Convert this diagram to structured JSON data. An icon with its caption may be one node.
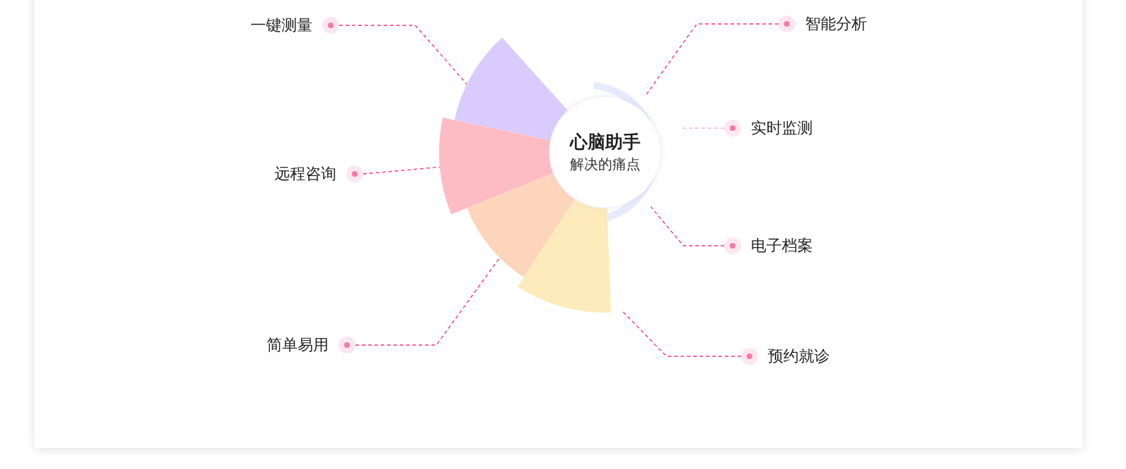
{
  "diagram": {
    "nodes": [
      {
        "text": [
          "心脑助手",
          "解决的痛点"
        ]
      },
      {
        "text": [
          "一键测量"
        ]
      },
      {
        "text": [
          "智能分析"
        ]
      },
      {
        "text": [
          "实时监测"
        ]
      },
      {
        "text": [
          "远程咨询"
        ]
      },
      {
        "text": [
          "电子档案"
        ]
      },
      {
        "text": [
          "简单易用"
        ]
      },
      {
        "text": [
          "预约就诊"
        ]
      },
      {
        "text": [],
        "shape": "wedge"
      },
      {
        "text": [],
        "shape": "wedge"
      },
      {
        "text": [],
        "shape": "wedge"
      },
      {
        "text": [],
        "shape": "wedge"
      }
    ],
    "edges": [
      {
        "from": 1,
        "to": 8,
        "arrow": "none",
        "style": "dashed"
      },
      {
        "from": 2,
        "to": 0,
        "arrow": "none",
        "style": "dashed"
      },
      {
        "from": 3,
        "to": null,
        "arrow": "none",
        "style": "dashed",
        "color": "#ffb3cc"
      },
      {
        "from": 4,
        "to": 9,
        "arrow": "none",
        "style": "dashed"
      },
      {
        "from": 5,
        "to": 0,
        "arrow": "none",
        "style": "dashed"
      },
      {
        "from": 6,
        "to": 10,
        "arrow": "none",
        "style": "dashed"
      },
      {
        "from": 7,
        "to": 11,
        "arrow": "none",
        "style": "dashed"
      }
    ]
  }
}
